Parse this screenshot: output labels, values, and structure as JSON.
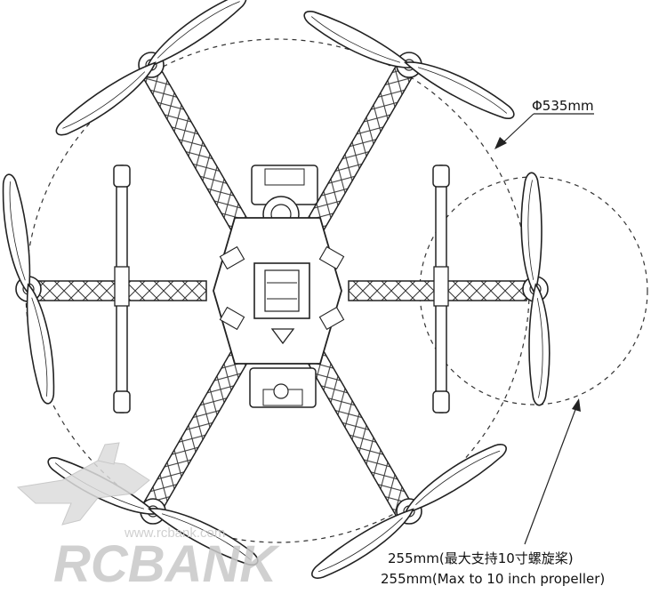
{
  "diagram": {
    "subject": "hexacopter-frame-top-view",
    "frame_diameter_label": "Φ535mm",
    "propeller_circle_label_cn": "255mm(最大支持10寸螺旋桨)",
    "propeller_circle_label_en": "255mm(Max to 10 inch propeller)",
    "arm_count": 6,
    "propeller_count": 6,
    "landing_gear_count": 2
  },
  "watermark": {
    "logo_text": "RCBANK",
    "url_text": "www.rcbank.com"
  },
  "colors": {
    "line": "#222222",
    "fill": "#ffffff",
    "watermark": "#c8c8c8"
  }
}
